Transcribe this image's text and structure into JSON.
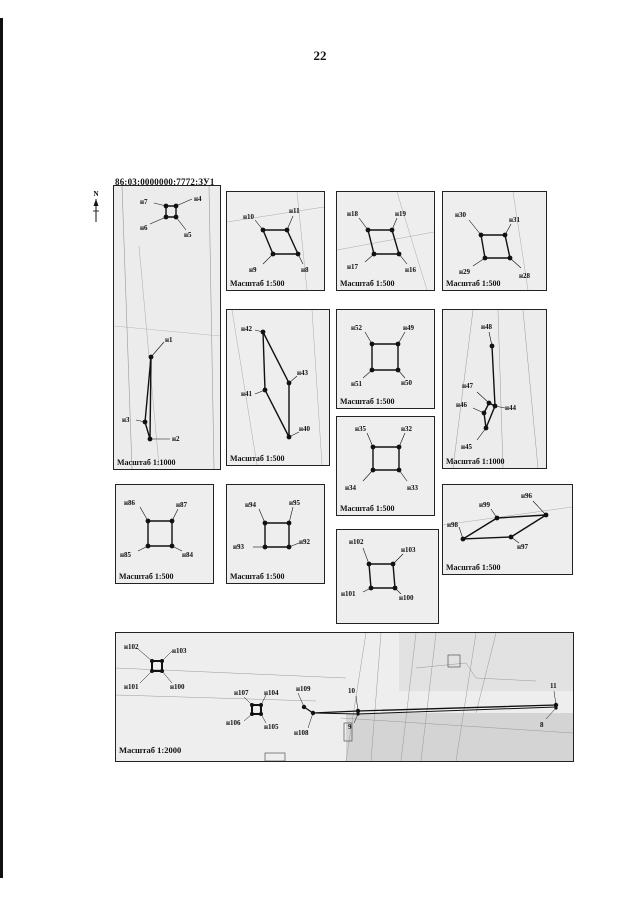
{
  "page_number": "22",
  "parcel_id": "86:03:0000000:7772:ЗУ1",
  "north_label": "N",
  "scales": {
    "s500": "Масштаб 1:500",
    "s1000": "Масштаб 1:1000",
    "s2000": "Масштаб 1:2000"
  },
  "points": {
    "n1": "н1",
    "n2": "н2",
    "n3": "н3",
    "n4": "н4",
    "n5": "н5",
    "n6": "н6",
    "n7": "н7",
    "n8": "н8",
    "n9": "н9",
    "n10": "н10",
    "n11": "н11",
    "n16": "н16",
    "n17": "н17",
    "n18": "н18",
    "n19": "н19",
    "n28": "н28",
    "n29": "н29",
    "n30": "н30",
    "n31": "н31",
    "n32": "н32",
    "n33": "н33",
    "n34": "н34",
    "n35": "н35",
    "n40": "н40",
    "n41": "н41",
    "n42": "н42",
    "n43": "н43",
    "n44": "н44",
    "n45": "н45",
    "n46": "н46",
    "n47": "н47",
    "n48": "н48",
    "n49": "н49",
    "n50": "н50",
    "n51": "н51",
    "n52": "н52",
    "n84": "н84",
    "n85": "н85",
    "n86": "н86",
    "n87": "н87",
    "n92": "н92",
    "n93": "н93",
    "n94": "н94",
    "n95": "н95",
    "n96": "н96",
    "n97": "н97",
    "n98": "н98",
    "n99": "н99",
    "n100": "н100",
    "n101": "н101",
    "n102": "н102",
    "n103": "н103",
    "n104": "н104",
    "n105": "н105",
    "n106": "н106",
    "n107": "н107",
    "n108": "н108",
    "n109": "н109",
    "p8": "8",
    "p9": "9",
    "p10": "10",
    "p11": "11"
  }
}
